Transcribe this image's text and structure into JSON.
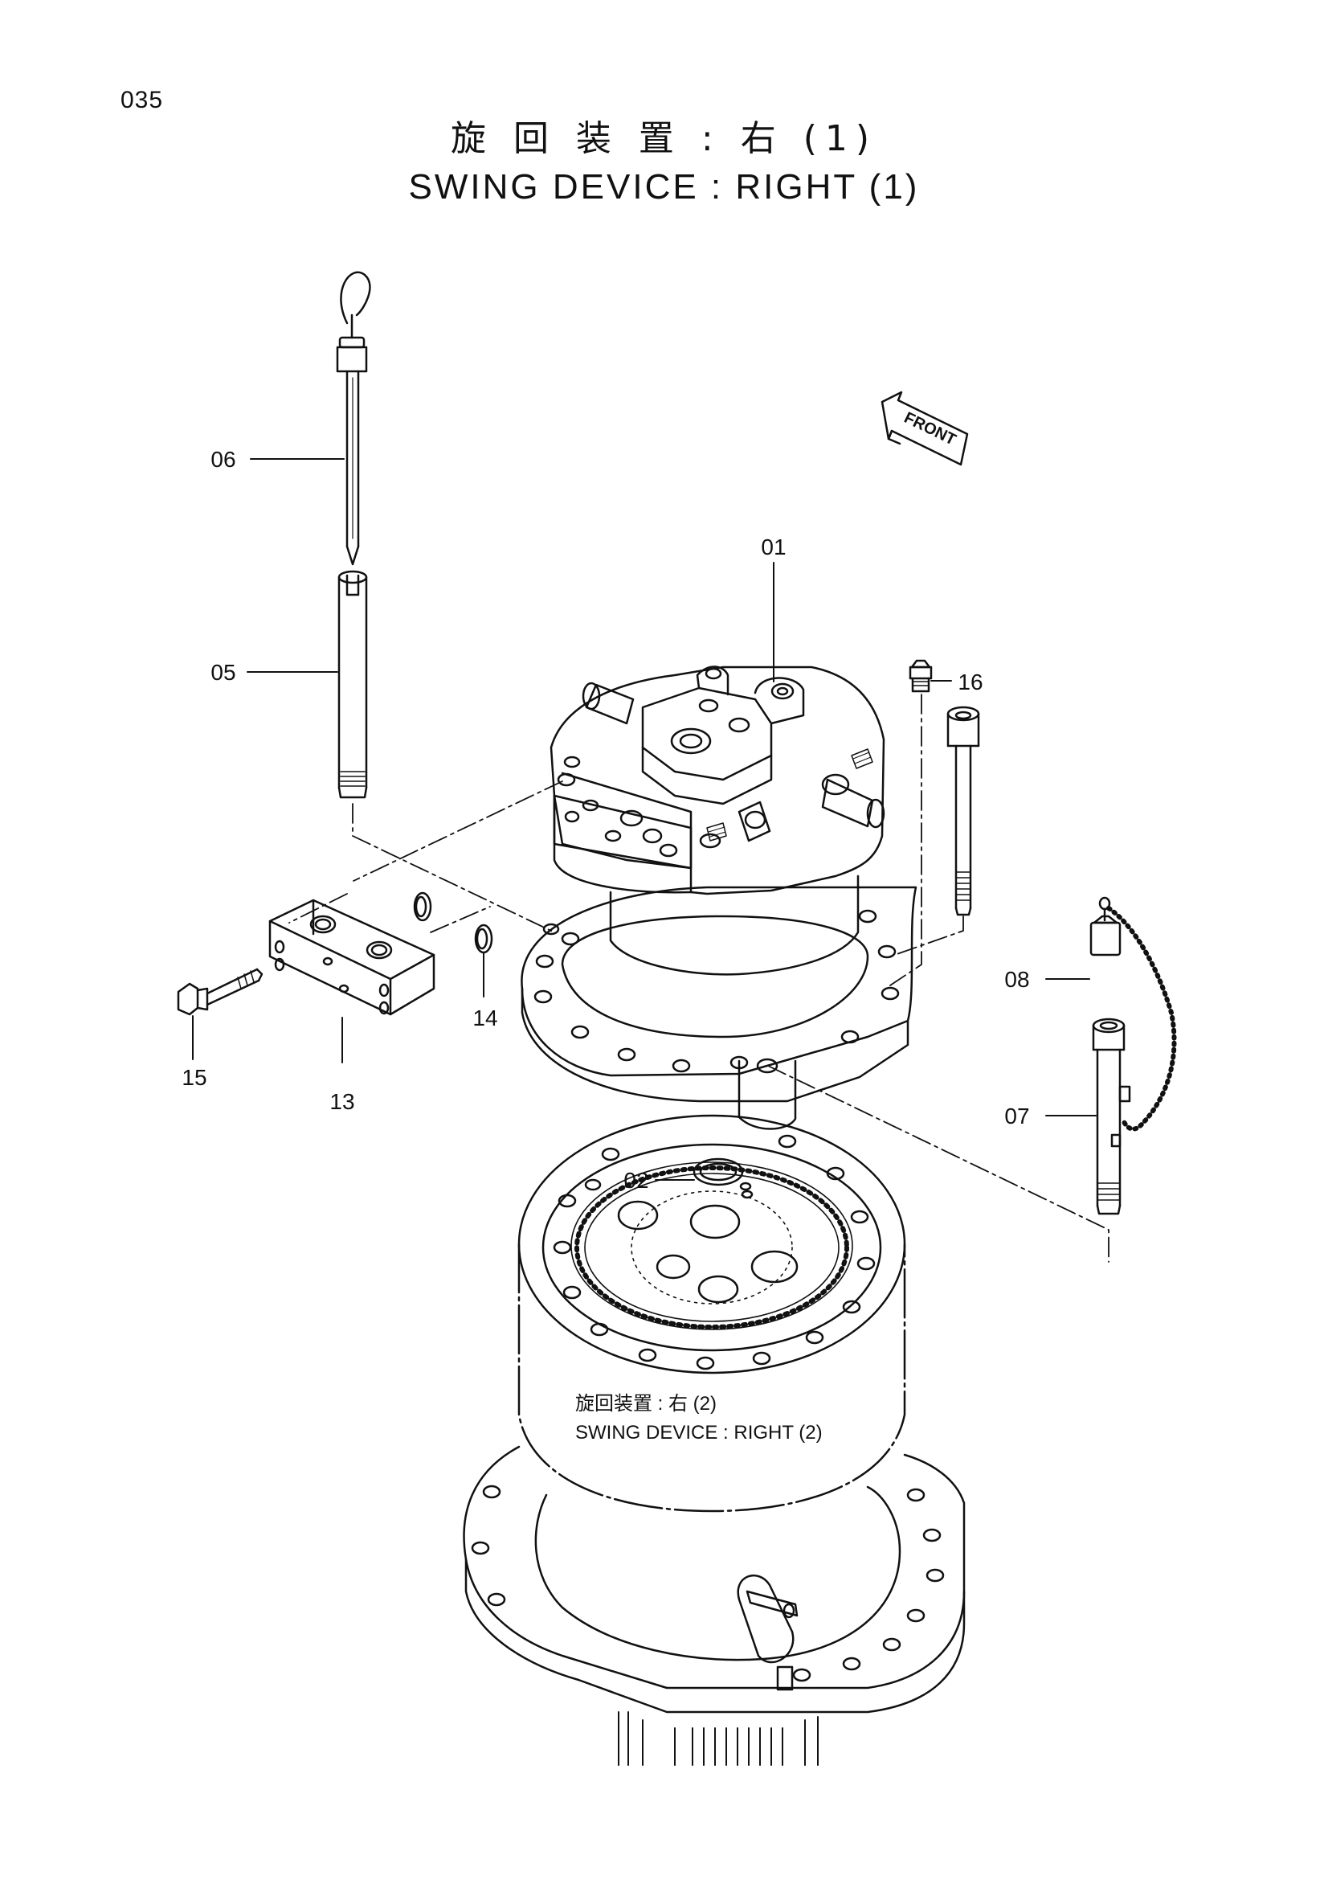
{
  "page_number": "035",
  "title": {
    "japanese": "旋 回 装 置 : 右 (1)",
    "english": "SWING DEVICE : RIGHT (1)"
  },
  "front_label": "FRONT",
  "sub_reference": {
    "japanese": "旋回装置 : 右 (2)",
    "english": "SWING DEVICE : RIGHT (2)"
  },
  "callouts": {
    "p01": "01",
    "p02": "02",
    "p05": "05",
    "p06": "06",
    "p07": "07",
    "p08": "08",
    "p13": "13",
    "p14": "14",
    "p15": "15",
    "p16": "16"
  }
}
